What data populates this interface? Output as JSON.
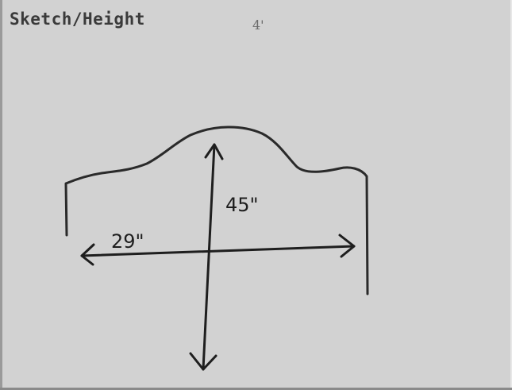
{
  "form": {
    "field_label": "Sketch/Height",
    "corner_mark": "4'"
  },
  "sketch": {
    "height_label": "45\"",
    "width_label": "29\""
  },
  "colors": {
    "paper": "#d2d2d2",
    "ink_pencil": "#222222",
    "text": "#3a3a3a"
  }
}
